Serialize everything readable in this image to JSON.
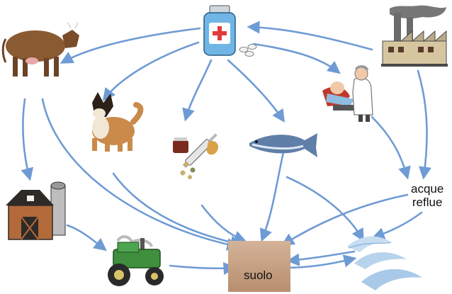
{
  "nodes": {
    "medicine": {
      "icon": "medicine-bottle-icon"
    },
    "cow": {
      "icon": "cow-icon"
    },
    "dog": {
      "icon": "dog-icon"
    },
    "medical_waste": {
      "icon": "syringe-pills-icon"
    },
    "fish": {
      "icon": "fish-icon"
    },
    "patient": {
      "icon": "doctor-patient-icon"
    },
    "factory": {
      "icon": "factory-icon"
    },
    "farm": {
      "icon": "barn-silo-icon"
    },
    "tractor": {
      "icon": "tractor-icon"
    },
    "soil": {
      "icon": "soil-icon",
      "label": "suolo"
    },
    "water": {
      "icon": "water-waves-icon"
    },
    "wastewater": {
      "label_line1": "acque",
      "label_line2": "reflue"
    }
  },
  "colors": {
    "arrow": "#6f9bd4",
    "soil": "#c9a385",
    "water": "#b8d3ec",
    "bottle": "#6fb6e6",
    "tractor": "#3f8f3f",
    "barn": "#b36a3b",
    "cow": "#8a5a33",
    "dog": "#c98a4a",
    "fish": "#5f7fa8"
  }
}
